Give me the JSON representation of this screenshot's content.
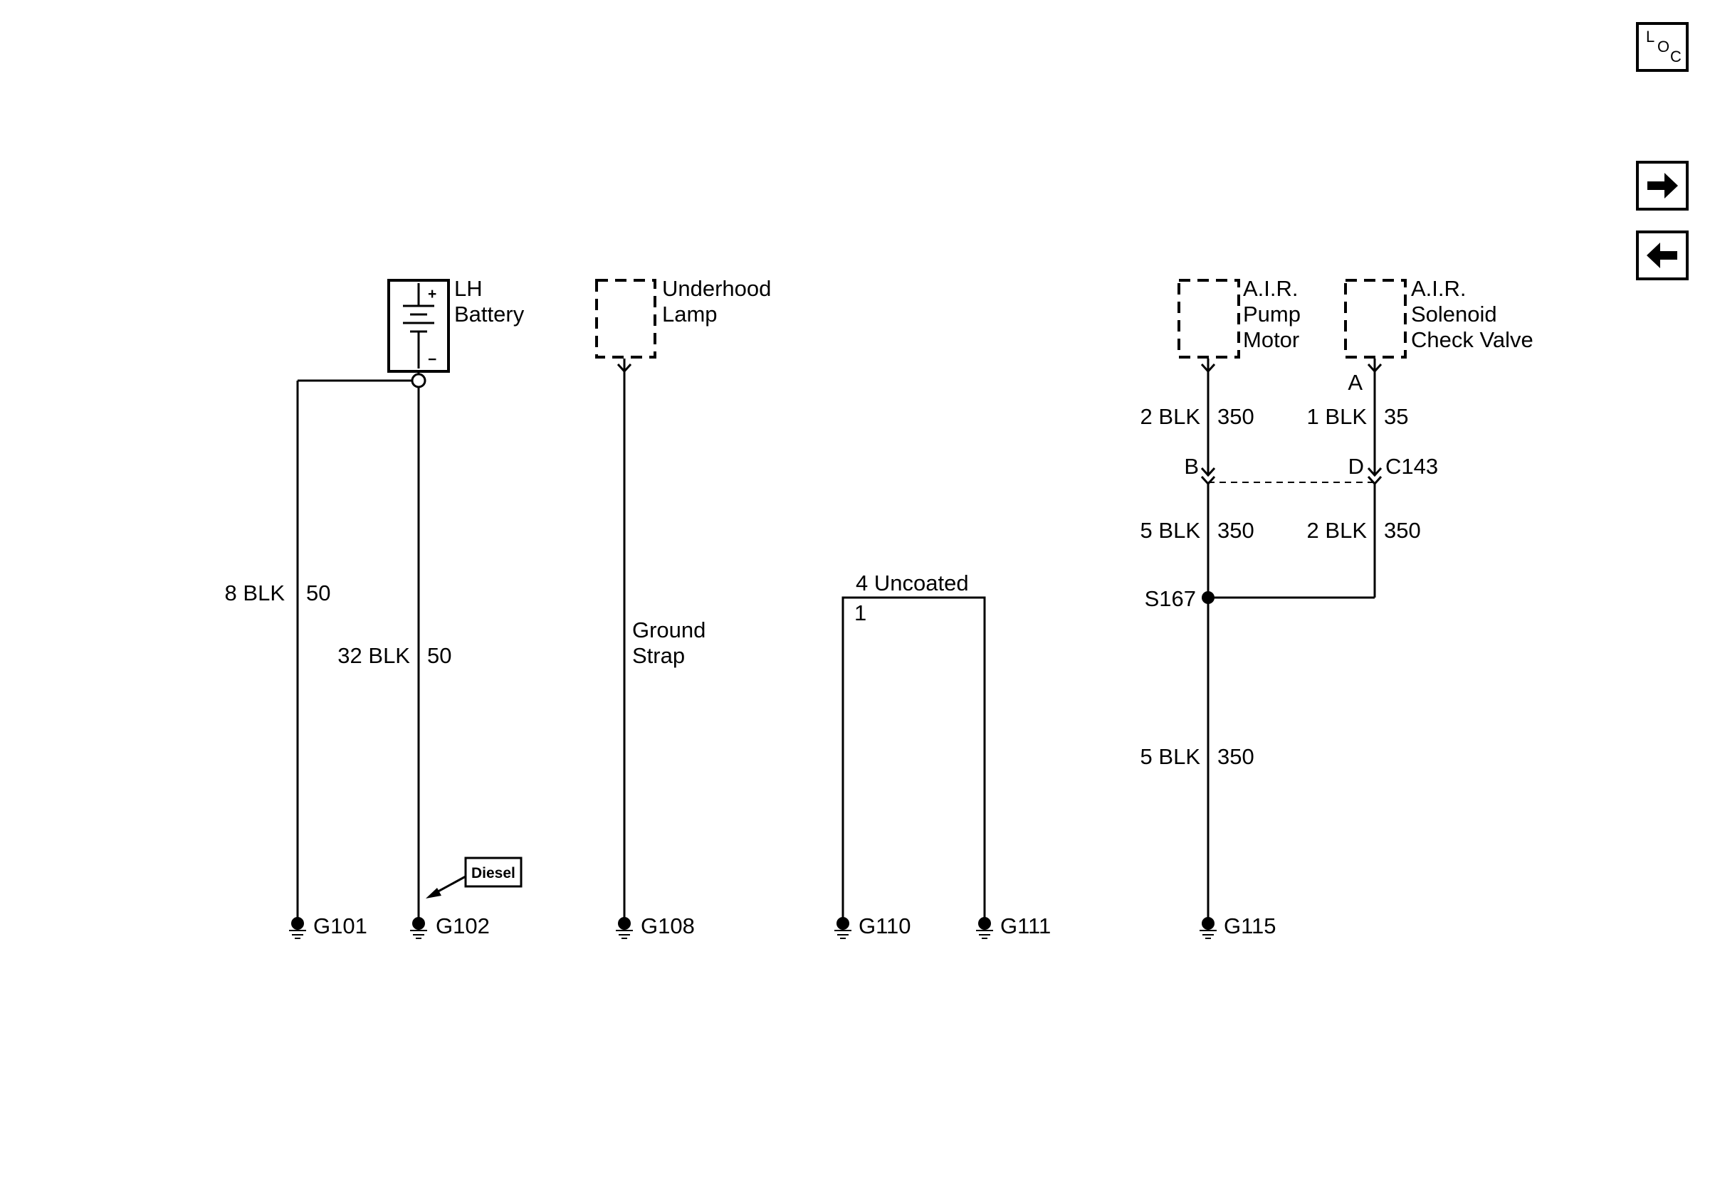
{
  "nav": {
    "loc_letters": [
      "L",
      "O",
      "C"
    ],
    "next_icon": "arrow-right-icon",
    "prev_icon": "arrow-left-icon"
  },
  "components": {
    "lh_battery": [
      "LH",
      "Battery"
    ],
    "battery_plus": "+",
    "battery_minus": "−",
    "underhood_lamp": [
      "Underhood",
      "Lamp"
    ],
    "air_pump_motor": [
      "A.I.R.",
      "Pump",
      "Motor"
    ],
    "air_solenoid": [
      "A.I.R.",
      "Solenoid",
      "Check Valve"
    ]
  },
  "wires": {
    "w1_color": "8 BLK",
    "w1_circuit": "50",
    "w2_color": "32 BLK",
    "w2_circuit": "50",
    "ground_strap": [
      "Ground",
      "Strap"
    ],
    "uncoated": "4 Uncoated",
    "uncoated_pin": "1",
    "pump_top_color": "2 BLK",
    "pump_top_circuit": "350",
    "sol_top_color": "1 BLK",
    "sol_top_circuit": "35",
    "pump_mid_color": "5 BLK",
    "pump_mid_circuit": "350",
    "sol_mid_color": "2 BLK",
    "sol_mid_circuit": "350",
    "pump_bot_color": "5 BLK",
    "pump_bot_circuit": "350"
  },
  "connectors": {
    "sol_pin_top": "A",
    "pump_pin": "B",
    "sol_pin": "D",
    "c143": "C143",
    "splice": "S167"
  },
  "callout": {
    "diesel": "Diesel"
  },
  "grounds": {
    "g101": "G101",
    "g102": "G102",
    "g108": "G108",
    "g110": "G110",
    "g111": "G111",
    "g115": "G115"
  }
}
